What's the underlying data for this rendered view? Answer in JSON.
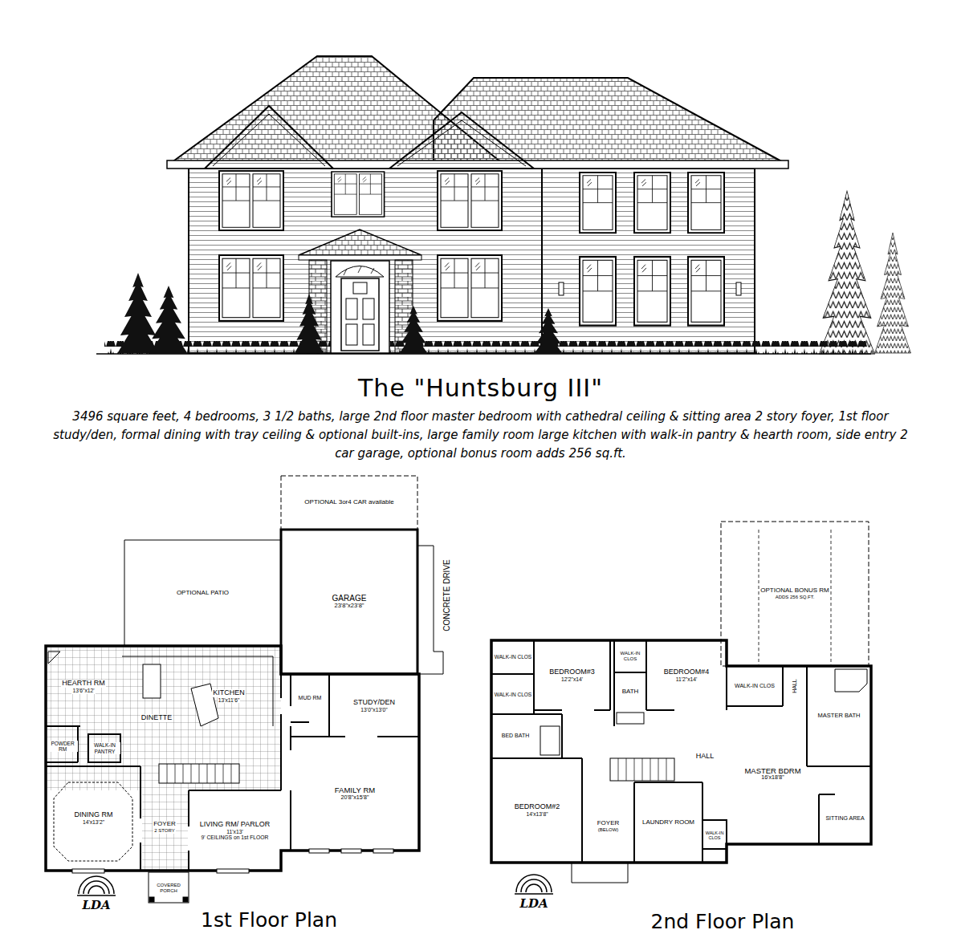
{
  "diagram": {
    "title": "The \"Huntsburg III\"",
    "caption": "3496 square feet, 4 bedrooms, 3 1/2 baths, large 2nd floor master bedroom with cathedral ceiling & sitting area 2 story foyer, 1st floor study/den, formal dining with tray ceiling & optional built-ins, large family room large kitchen with walk-in pantry & hearth room, side entry 2 car garage, optional bonus room adds 256 sq.ft.",
    "nodes": [
      {
        "text": [
          "OPTIONAL 3or4 CAR available"
        ]
      },
      {
        "text": [
          "OPTIONAL PATIO"
        ]
      },
      {
        "text": [
          "GARAGE",
          "23'8\"x23'8\""
        ]
      },
      {
        "text": [
          "HEARTH RM",
          "13'6\"x12'"
        ]
      },
      {
        "text": [
          "KITCHEN",
          "13'x11'6\""
        ]
      },
      {
        "text": [
          "MUD RM"
        ]
      },
      {
        "text": [
          "STUDY/DEN",
          "13'0\"x13'0\""
        ]
      },
      {
        "text": [
          "DINETTE"
        ]
      },
      {
        "text": [
          "POWDER RM"
        ]
      },
      {
        "text": [
          "WALK-IN PANTRY"
        ]
      },
      {
        "text": [
          "DINING RM",
          "14'x13'2\""
        ]
      },
      {
        "text": [
          "FOYER",
          "2 STORY"
        ]
      },
      {
        "text": [
          "LIVING RM/ PARLOR",
          "11'x13'",
          "9' CEILINGS on 1st FLOOR"
        ]
      },
      {
        "text": [
          "FAMILY RM",
          "20'8\"x15'8\""
        ]
      },
      {
        "text": [
          "COVERED PORCH"
        ]
      },
      {
        "text": [
          "OPTIONAL BONUS RM",
          "ADDS 256 SQ.FT."
        ]
      },
      {
        "text": [
          "WALK-IN CLOS"
        ]
      },
      {
        "text": [
          "BEDROOM#3",
          "12'2\"x14'"
        ]
      },
      {
        "text": [
          "WALK-IN CLOS"
        ]
      },
      {
        "text": [
          "BEDROOM#4",
          "11'2\"x14'"
        ]
      },
      {
        "text": [
          "WALK-IN CLOS"
        ]
      },
      {
        "text": [
          "BATH"
        ]
      },
      {
        "text": [
          "WALK-IN CLOS"
        ]
      },
      {
        "text": [
          "MASTER BATH"
        ]
      },
      {
        "text": [
          "BED BATH"
        ]
      },
      {
        "text": [
          "MASTER BDRM",
          "16'x18'8\""
        ]
      },
      {
        "text": [
          "BEDROOM#2",
          "14'x13'8\""
        ]
      },
      {
        "text": [
          "FOYER",
          "(BELOW)"
        ]
      },
      {
        "text": [
          "LAUNDRY ROOM"
        ]
      },
      {
        "text": [
          "SITTING AREA"
        ]
      },
      {
        "text": [
          "WALK-IN CLOS"
        ]
      }
    ],
    "labels": [
      "CONCRETE DRIVE",
      "HALL",
      "HALL",
      "1st Floor Plan",
      "2nd Floor Plan",
      "LDA",
      "LDA"
    ]
  }
}
